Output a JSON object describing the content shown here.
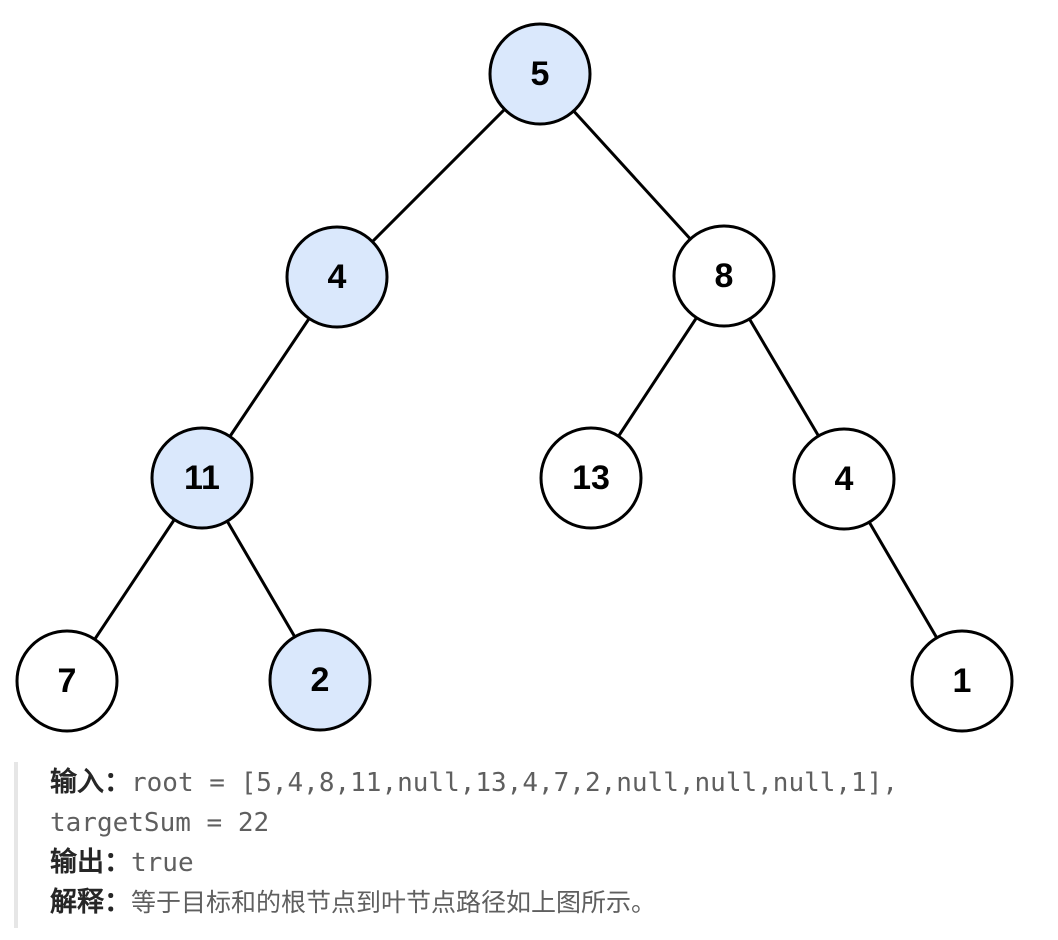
{
  "tree": {
    "nodes": [
      {
        "id": "n5",
        "label": "5",
        "highlighted": true
      },
      {
        "id": "n4",
        "label": "4",
        "highlighted": true
      },
      {
        "id": "n8",
        "label": "8",
        "highlighted": false
      },
      {
        "id": "n11",
        "label": "11",
        "highlighted": true
      },
      {
        "id": "n13",
        "label": "13",
        "highlighted": false
      },
      {
        "id": "n4b",
        "label": "4",
        "highlighted": false
      },
      {
        "id": "n7",
        "label": "7",
        "highlighted": false
      },
      {
        "id": "n2",
        "label": "2",
        "highlighted": true
      },
      {
        "id": "n1",
        "label": "1",
        "highlighted": false
      }
    ],
    "edges": [
      [
        "n5",
        "n4"
      ],
      [
        "n5",
        "n8"
      ],
      [
        "n4",
        "n11"
      ],
      [
        "n8",
        "n13"
      ],
      [
        "n8",
        "n4b"
      ],
      [
        "n11",
        "n7"
      ],
      [
        "n11",
        "n2"
      ],
      [
        "n4b",
        "n1"
      ]
    ],
    "colors": {
      "highlight_fill": "#dae8fc",
      "default_fill": "#ffffff",
      "stroke": "#000000"
    }
  },
  "example": {
    "input_label": "输入：",
    "input_code_1": "root = [5,4,8,11,null,13,4,7,2,null,null,null,1],",
    "input_code_2": "targetSum = 22",
    "output_label": "输出：",
    "output_code": "true",
    "explain_label": "解释：",
    "explain_text": "等于目标和的根节点到叶节点路径如上图所示。"
  }
}
